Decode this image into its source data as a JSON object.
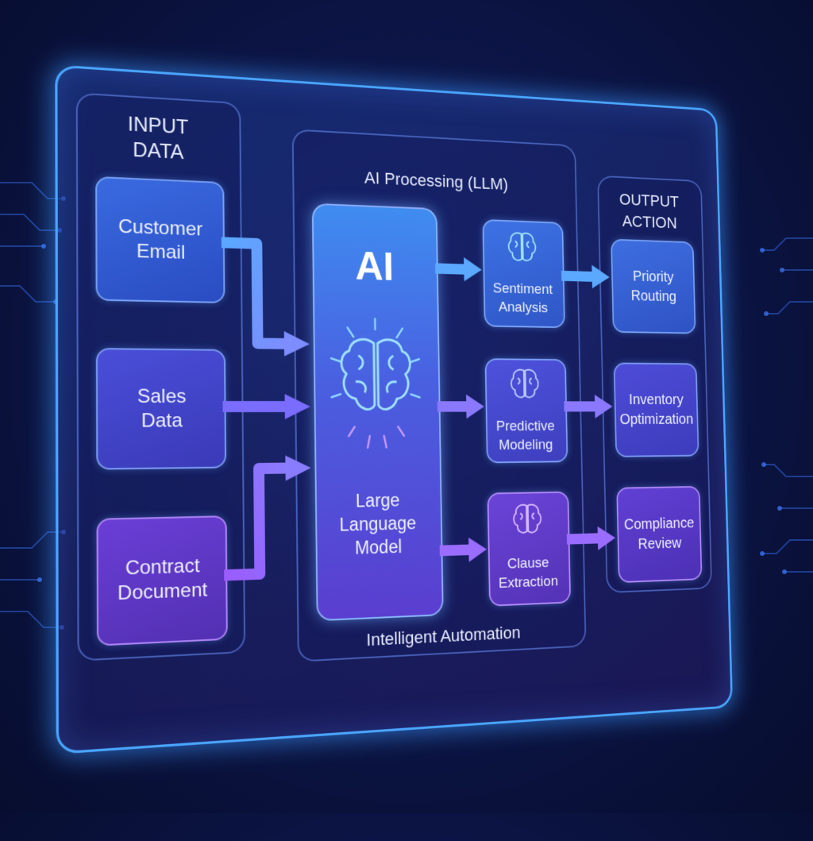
{
  "input": {
    "title": "INPUT\nDATA",
    "items": [
      {
        "label": "Customer\nEmail"
      },
      {
        "label": "Sales\nData"
      },
      {
        "label": "Contract\nDocument"
      }
    ]
  },
  "processing": {
    "title": "AI Processing (LLM)",
    "core_badge": "AI",
    "core_label": "Large\nLanguage\nModel",
    "footer": "Intelligent Automation",
    "tasks": [
      {
        "label": "Sentiment\nAnalysis",
        "icon": "brain-icon"
      },
      {
        "label": "Predictive\nModeling",
        "icon": "brain-icon"
      },
      {
        "label": "Clause\nExtraction",
        "icon": "brain-icon"
      }
    ]
  },
  "output": {
    "title": "OUTPUT\nACTION",
    "items": [
      {
        "label": "Priority\nRouting"
      },
      {
        "label": "Inventory\nOptimization"
      },
      {
        "label": "Compliance\nReview"
      }
    ]
  },
  "colors": {
    "panel_border": "#4aa6ff",
    "blue_node": "#3a6ae0",
    "violet_node": "#6a3ed6",
    "arrow_blue": "#5aa8ff",
    "arrow_violet": "#9a6cff"
  }
}
